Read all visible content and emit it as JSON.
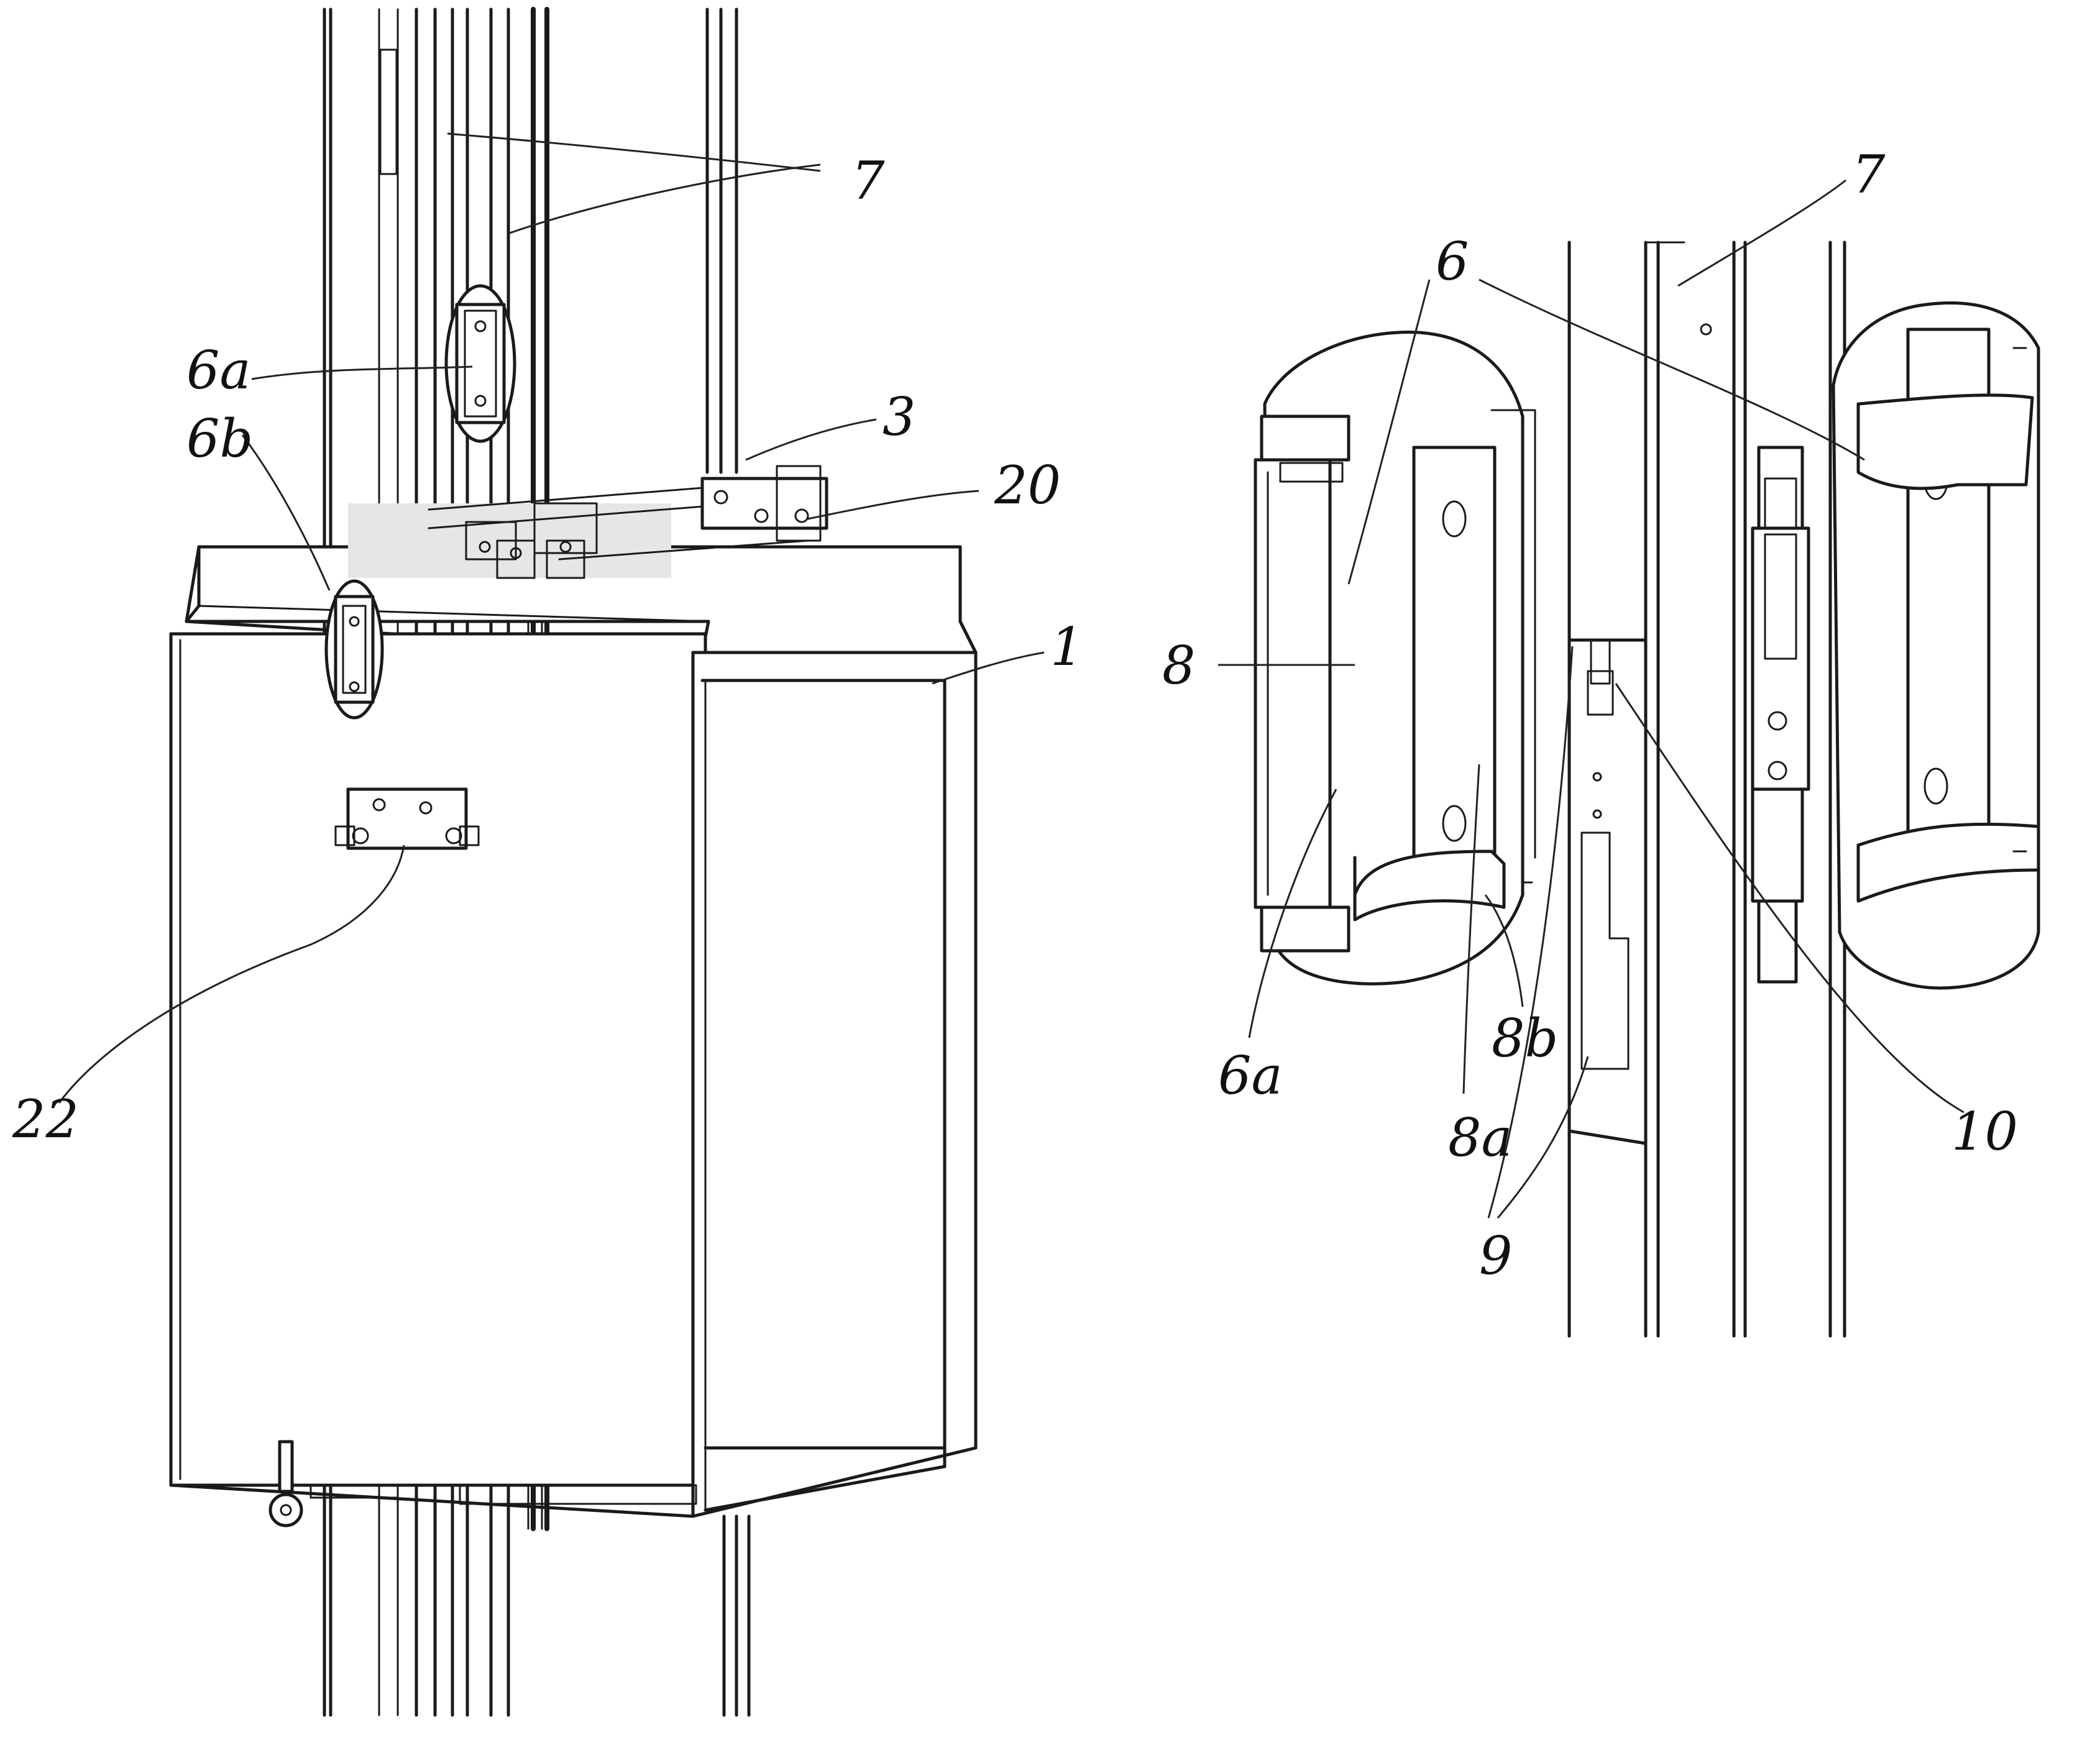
{
  "labels": {
    "l7_left": "7",
    "l7_right": "7",
    "l6a_left": "6a",
    "l6b": "6b",
    "l3": "3",
    "l20": "20",
    "l1": "1",
    "l22": "22",
    "l6_right": "6",
    "l8": "8",
    "l6a_right": "6a",
    "l8b": "8b",
    "l8a": "8a",
    "l9": "9",
    "l10": "10"
  }
}
